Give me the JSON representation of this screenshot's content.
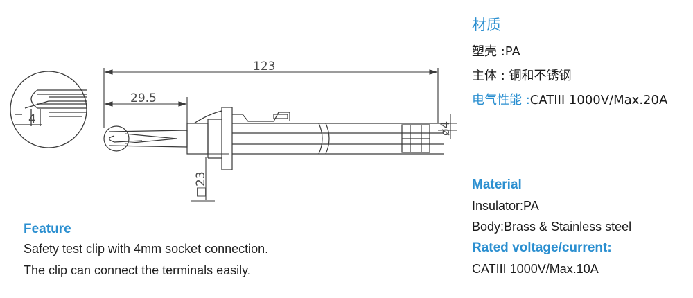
{
  "drawing": {
    "dim_length": "123",
    "dim_clip": "29.5",
    "dim_height": "□23",
    "dim_diameter": "ø4",
    "detail_label": "4"
  },
  "feature": {
    "title": "Feature",
    "line1": "Safety test clip with 4mm socket connection.",
    "line2": "The clip can connect the terminals easily."
  },
  "specs_cn": {
    "title": "材质",
    "insulator": "塑壳 :PA",
    "body": "主体 : 铜和不锈钢",
    "rating_key": "电气性能 :",
    "rating_value": "CATIII 1000V/Max.20A"
  },
  "specs_en": {
    "title": "Material",
    "insulator": "Insulator:PA",
    "body": "Body:Brass & Stainless steel",
    "rating_title": "Rated voltage/current:",
    "rating_value": "CATIII 1000V/Max.10A"
  },
  "colors": {
    "accent": "#2b8fd0",
    "line": "#555555"
  }
}
